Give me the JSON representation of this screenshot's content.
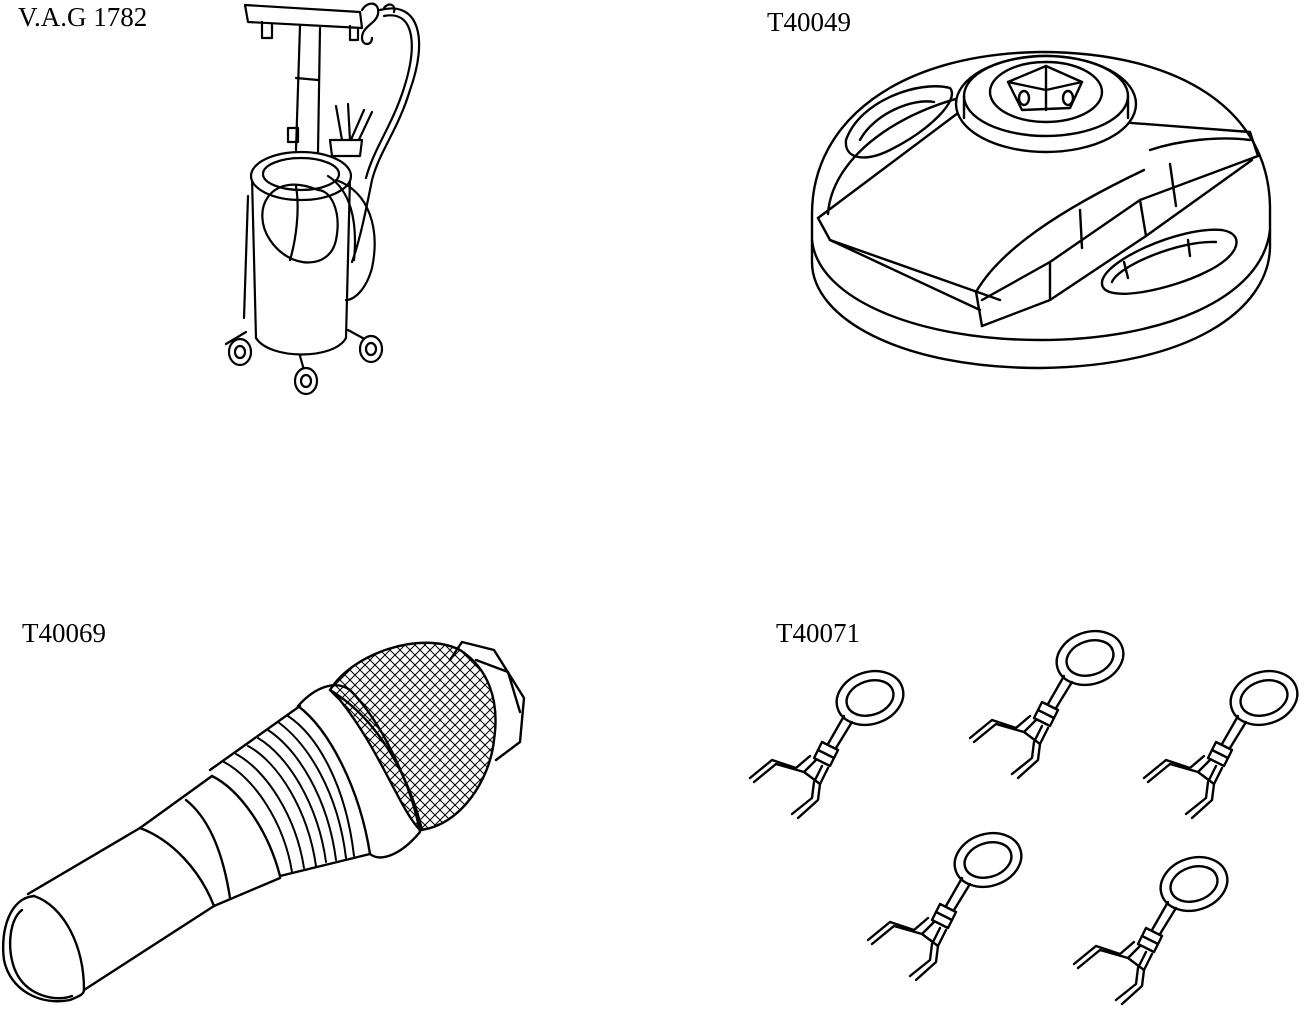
{
  "tools": [
    {
      "id": "oil-extractor",
      "label": "V.A.G 1782"
    },
    {
      "id": "counterhold-socket",
      "label": "T40049"
    },
    {
      "id": "locking-pin",
      "label": "T40069"
    },
    {
      "id": "wire-clips",
      "label": "T40071"
    }
  ],
  "colors": {
    "ink": "#000000",
    "paper": "#ffffff"
  }
}
